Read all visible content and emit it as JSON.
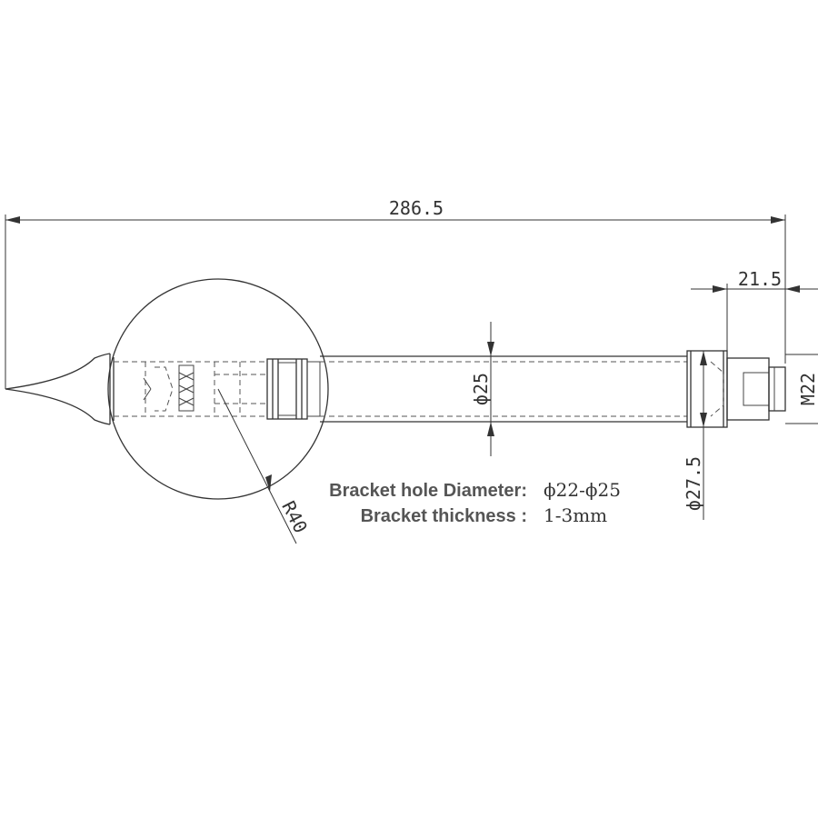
{
  "dimensions": {
    "overall_length": "286.5",
    "end_length": "21.5",
    "tube_diameter": "ϕ25",
    "collar_diameter": "ϕ27.5",
    "thread": "M22",
    "sphere_radius": "R40"
  },
  "notes": {
    "hole_label": "Bracket hole Diameter:",
    "hole_value": "ϕ22-ϕ25",
    "thickness_label": "Bracket thickness :",
    "thickness_value": "1-3mm"
  }
}
